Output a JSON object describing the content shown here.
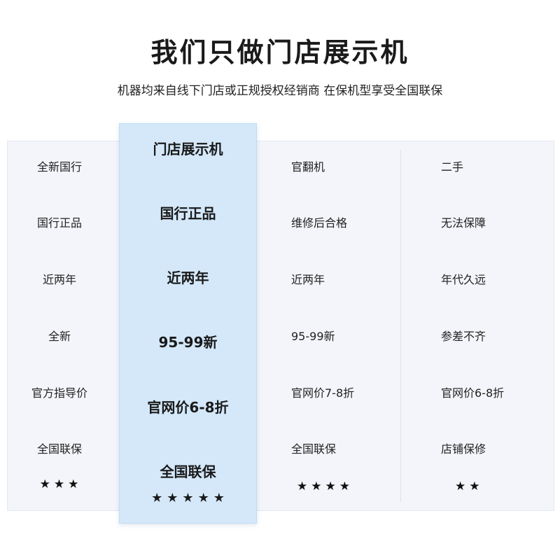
{
  "header": {
    "title": "我们只做门店展示机",
    "subtitle": "机器均来自线下门店或正规授权经销商 在保机型享受全国联保"
  },
  "columns": [
    {
      "key": "new",
      "rows": [
        "全新国行",
        "国行正品",
        "近两年",
        "全新",
        "官方指导价",
        "全国联保",
        "★★★"
      ]
    },
    {
      "key": "display",
      "rows": [
        "门店展示机",
        "国行正品",
        "近两年",
        "95-99新",
        "官网价6-8折",
        "全国联保",
        "★★★★★"
      ]
    },
    {
      "key": "refurbished",
      "rows": [
        "官翻机",
        "维修后合格",
        "近两年",
        "95-99新",
        "官网价7-8折",
        "全国联保",
        "★★★★"
      ]
    },
    {
      "key": "secondhand",
      "rows": [
        "二手",
        "无法保障",
        "年代久远",
        "参差不齐",
        "官网价6-8折",
        "店铺保修",
        "★★"
      ]
    }
  ]
}
